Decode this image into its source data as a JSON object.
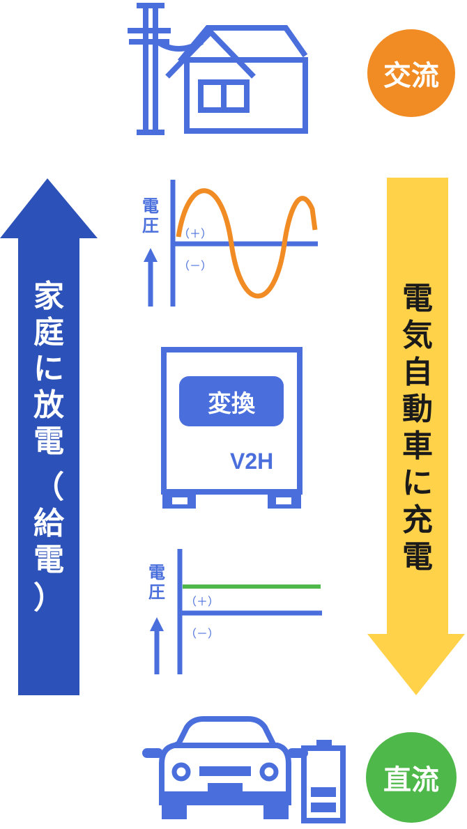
{
  "colors": {
    "blue": "#4a6fdc",
    "dark_blue": "#2c51b8",
    "orange": "#f18c25",
    "yellow": "#ffd24a",
    "green": "#4fb84a",
    "white": "#ffffff"
  },
  "badges": {
    "ac": "交流",
    "dc": "直流"
  },
  "left_arrow": {
    "chars": [
      "家",
      "庭",
      "に",
      "放",
      "電",
      "（",
      "給",
      "電",
      "）"
    ]
  },
  "right_arrow": {
    "chars": [
      "電",
      "気",
      "自",
      "動",
      "車",
      "に",
      "充",
      "電"
    ]
  },
  "ac_graph": {
    "axis_label": [
      "電",
      "圧"
    ],
    "plus": "（＋）",
    "minus": "（－）"
  },
  "dc_graph": {
    "axis_label": [
      "電",
      "圧"
    ],
    "plus": "（＋）",
    "minus": "（－）"
  },
  "converter": {
    "button": "変換",
    "label": "V2H"
  },
  "icons": {
    "house": "house-icon",
    "pole": "utility-pole-icon",
    "car": "car-icon",
    "battery": "battery-icon",
    "converter": "converter-unit-icon"
  }
}
